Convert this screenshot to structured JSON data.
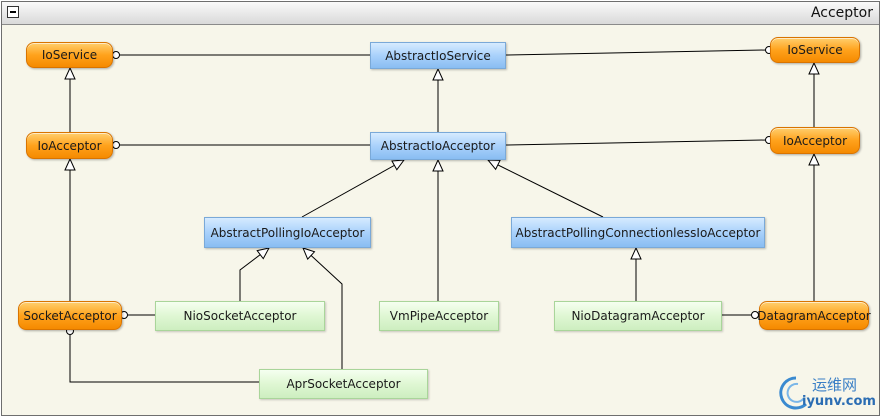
{
  "window": {
    "title": "Acceptor"
  },
  "nodes": {
    "ioservice_left": "IoService",
    "abstract_ioservice": "AbstractIoService",
    "ioservice_right": "IoService",
    "ioacceptor_left": "IoAcceptor",
    "abstract_ioacceptor": "AbstractIoAcceptor",
    "ioacceptor_right": "IoAcceptor",
    "abstract_polling": "AbstractPollingIoAcceptor",
    "abstract_polling_connectionless": "AbstractPollingConnectionlessIoAcceptor",
    "socket_acceptor": "SocketAcceptor",
    "nio_socket_acceptor": "NioSocketAcceptor",
    "vmpipe_acceptor": "VmPipeAcceptor",
    "nio_datagram_acceptor": "NioDatagramAcceptor",
    "datagram_acceptor": "DatagramAcceptor",
    "apr_socket_acceptor": "AprSocketAcceptor"
  },
  "watermark": {
    "name": "运维网",
    "url": "iyunv.com"
  },
  "colors": {
    "interface": "#ffa21c",
    "abstract": "#a9d1fb",
    "concrete": "#dff7d3",
    "edge": "#000000",
    "background": "#f7f6ea"
  }
}
